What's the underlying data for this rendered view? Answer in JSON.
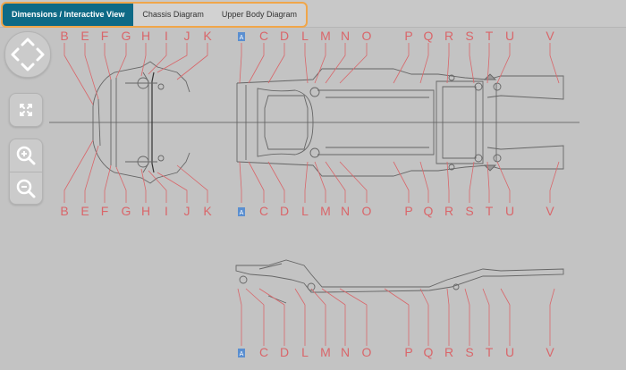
{
  "tabs": [
    {
      "label": "Dimensions / Interactive View",
      "active": true
    },
    {
      "label": "Chassis Diagram",
      "active": false
    },
    {
      "label": "Upper Body Diagram",
      "active": false
    }
  ],
  "controls": {
    "pan_icon": "four-way-arrows",
    "fit_icon": "fit-to-screen",
    "zoom_in_icon": "magnifier-plus",
    "zoom_out_icon": "magnifier-minus"
  },
  "colors": {
    "accent_tab": "#0e6a86",
    "tab_border": "#f0a64a",
    "callout_red": "#d9666a",
    "marker_blue": "#5b8fd0"
  },
  "front_labels": [
    "B",
    "E",
    "F",
    "G",
    "H",
    "I",
    "J",
    "K"
  ],
  "chassis_labels": [
    "A",
    "C",
    "D",
    "L",
    "M",
    "N",
    "O",
    "P",
    "Q",
    "R",
    "S",
    "T",
    "U",
    "V"
  ]
}
